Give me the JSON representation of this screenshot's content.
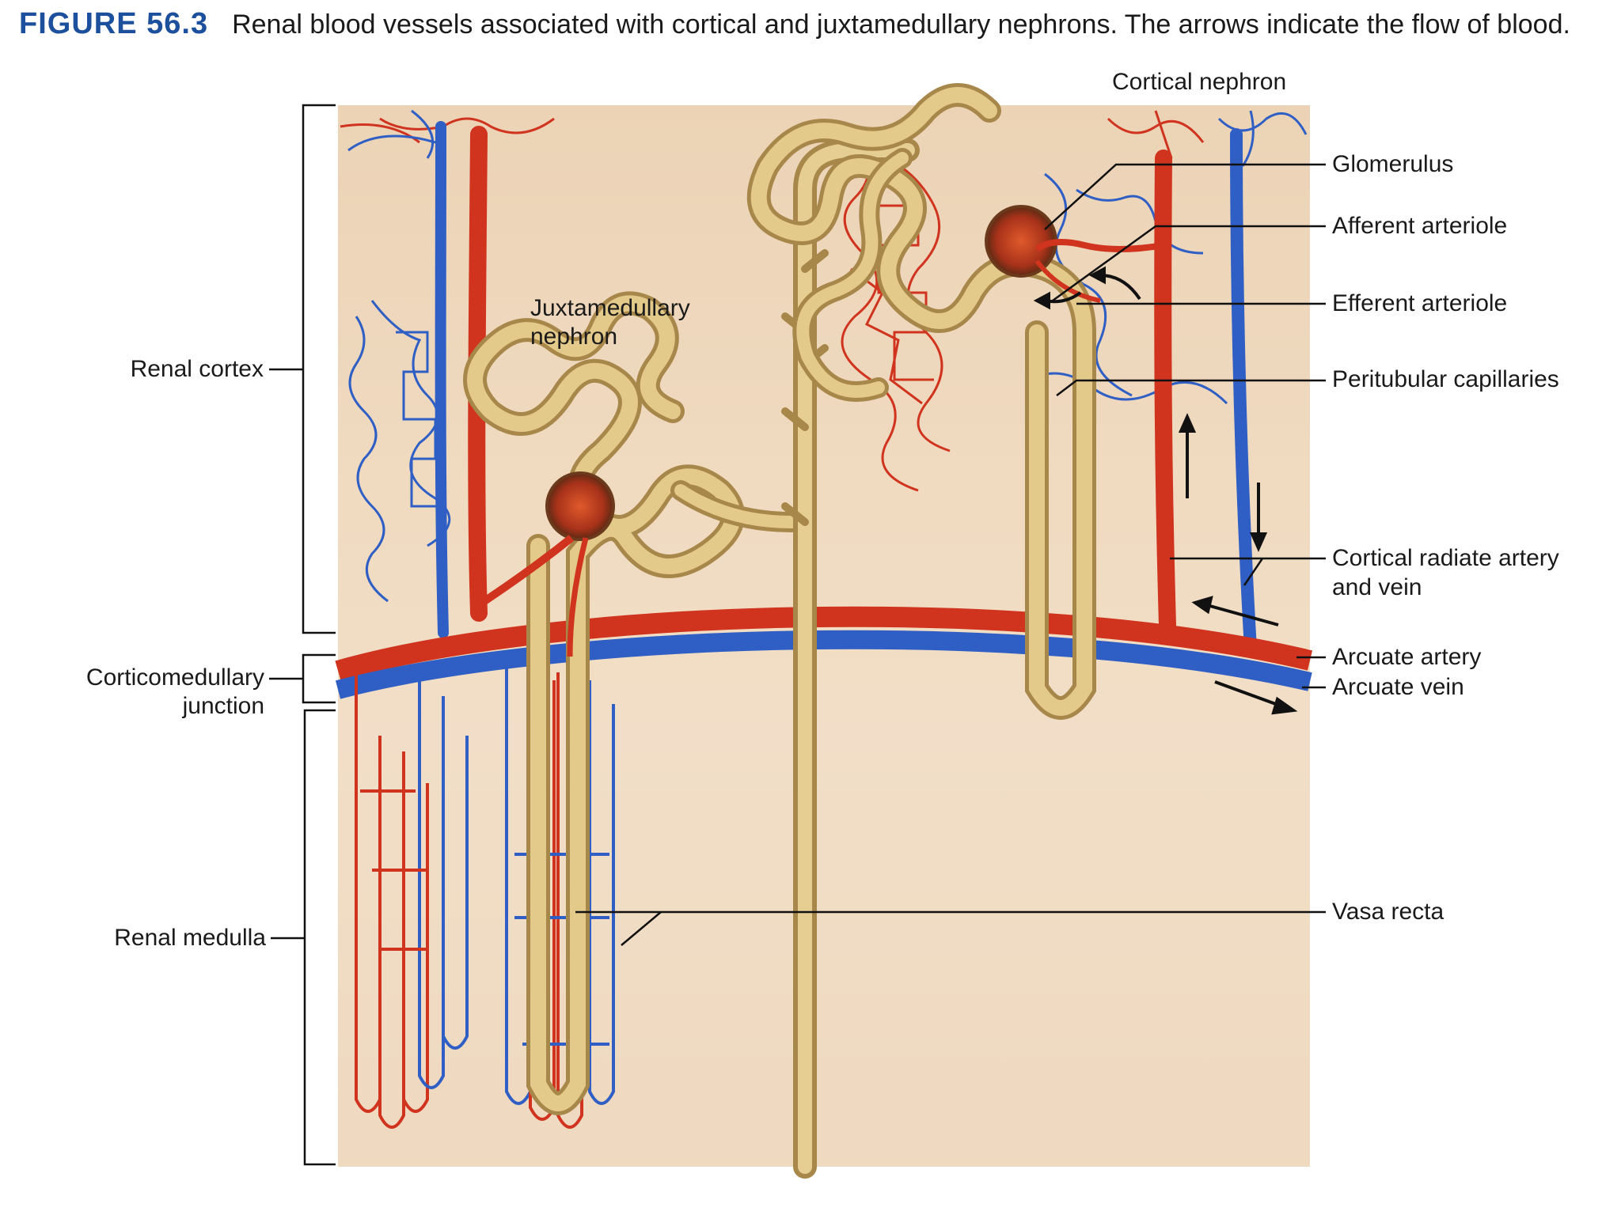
{
  "caption": {
    "figure_label": "FIGURE 56.3",
    "text": "Renal blood vessels associated with cortical and juxtamedullary nephrons. The arrows indicate the flow of blood."
  },
  "labels": {
    "cortical_nephron": "Cortical nephron",
    "juxtamedullary_nephron_1": "Juxtamedullary",
    "juxtamedullary_nephron_2": "nephron",
    "glomerulus": "Glomerulus",
    "afferent_arteriole": "Afferent arteriole",
    "efferent_arteriole": "Efferent arteriole",
    "peritubular_capillaries": "Peritubular capillaries",
    "cortical_radiate_1": "Cortical radiate artery",
    "cortical_radiate_2": "and vein",
    "arcuate_artery": "Arcuate artery",
    "arcuate_vein": "Arcuate vein",
    "vasa_recta": "Vasa recta",
    "renal_cortex": "Renal cortex",
    "corticomedullary_1": "Corticomedullary",
    "corticomedullary_2": "junction",
    "renal_medulla": "Renal medulla"
  },
  "colors": {
    "artery": "#d0341f",
    "vein": "#2f5fc4",
    "tubule": "#c9a86a",
    "tissue_cortex": "#efd9bf",
    "tissue_medulla": "#f0dcc4",
    "accent": "#1c4f9c"
  }
}
